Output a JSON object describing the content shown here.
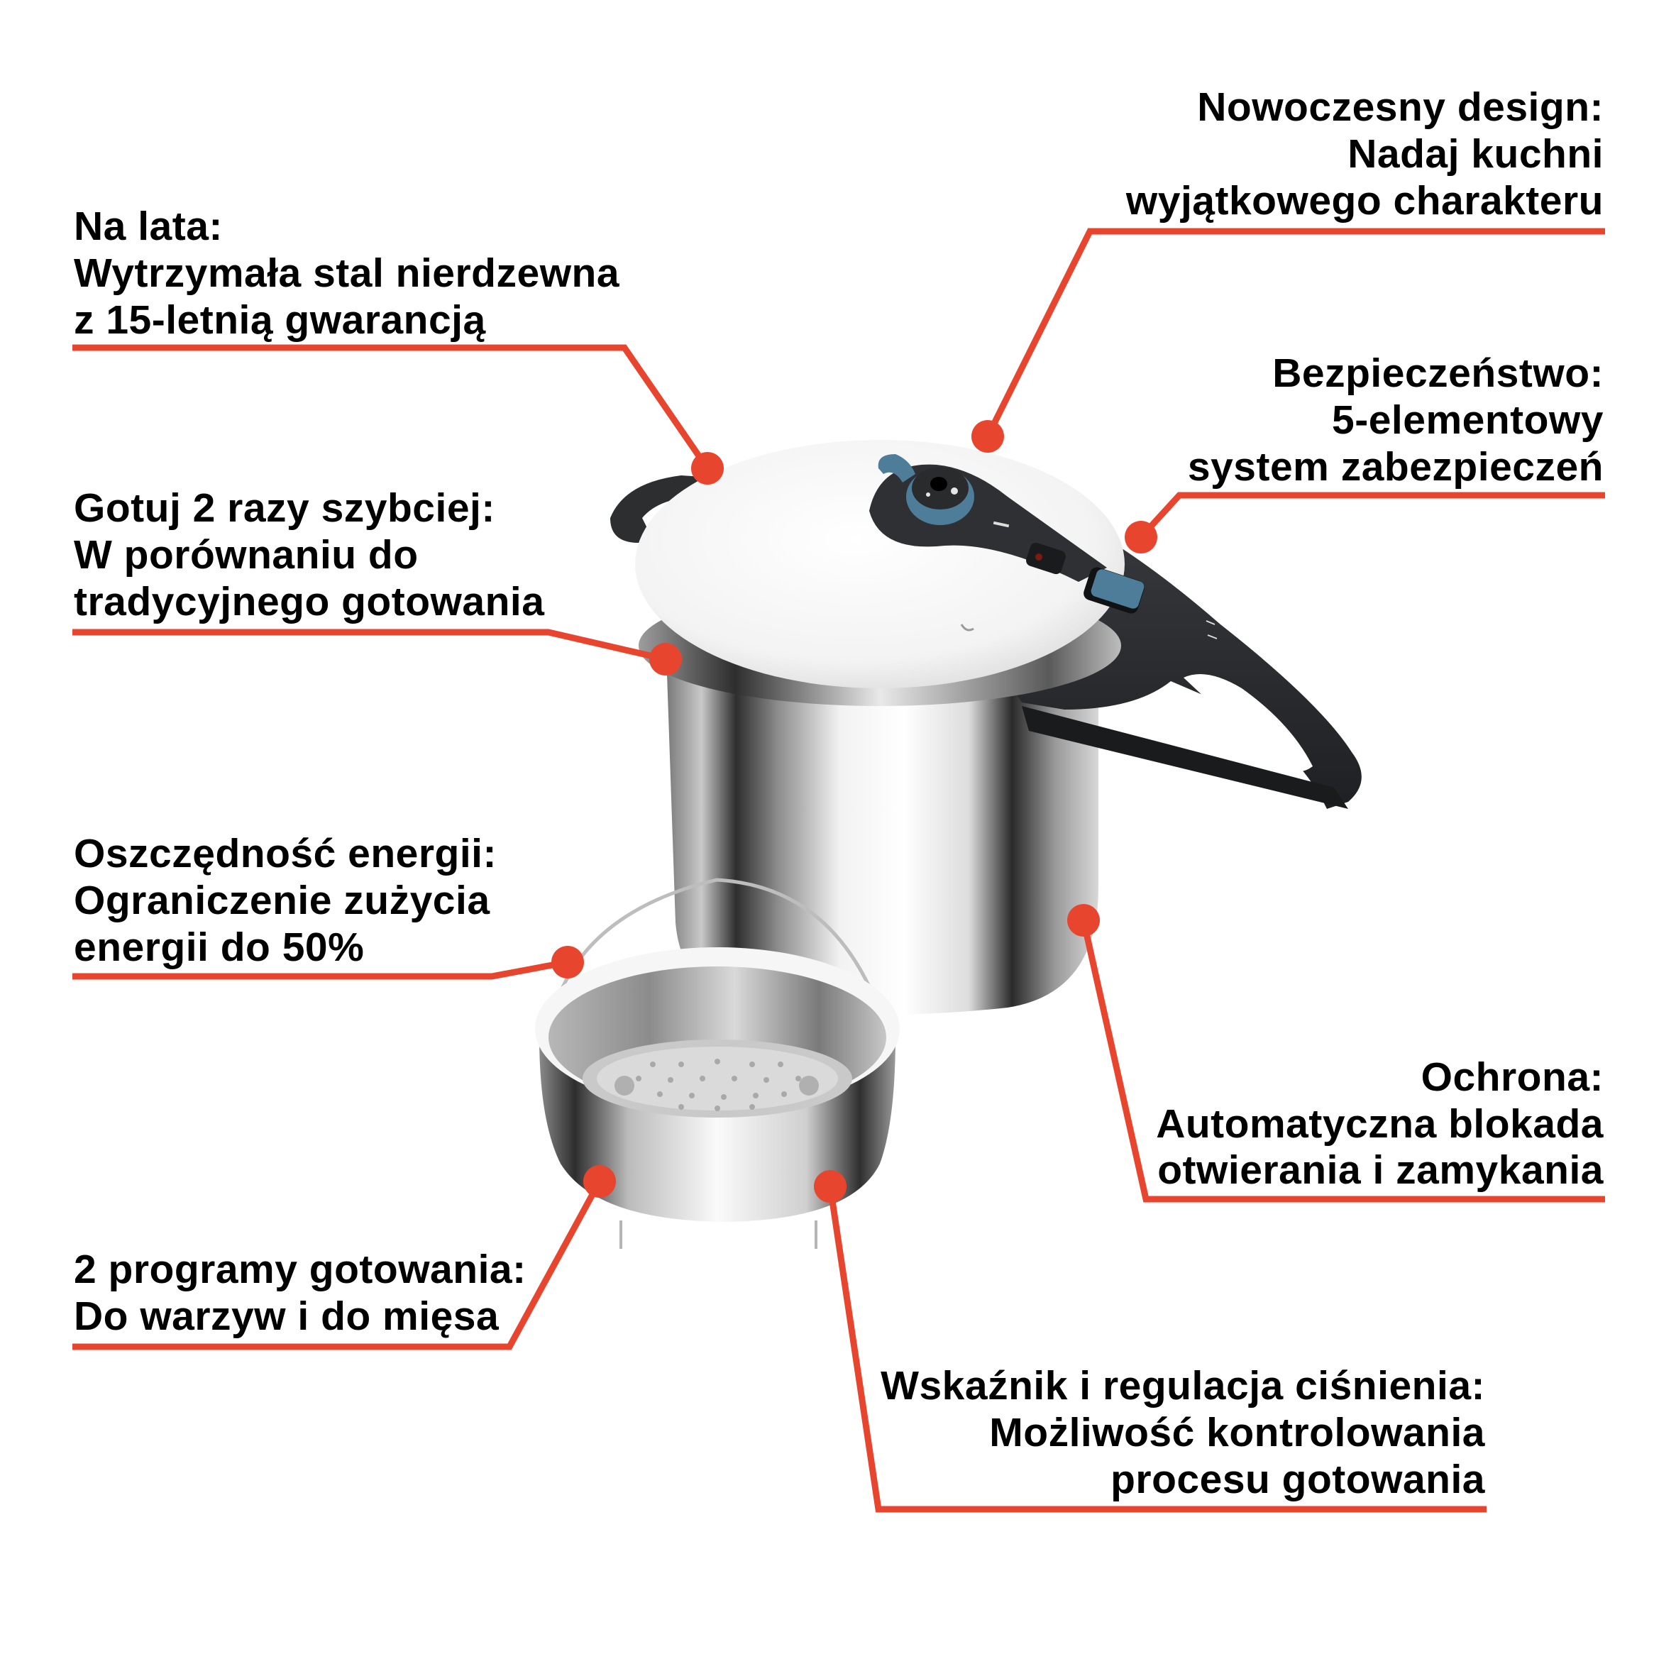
{
  "colors": {
    "accent_red": "#E8452F",
    "text": "#000000",
    "background": "#FFFFFF",
    "handle_black": "#2B2D30",
    "valve_blue": "#4E7D99",
    "steel_light": "#F4F4F4",
    "steel_dark": "#3A3A3A"
  },
  "product": {
    "name": "pressure-cooker-with-steamer-basket",
    "parts": [
      "lid",
      "side-handle",
      "long-handle",
      "pressure-valve",
      "lock-button",
      "pot-body",
      "steamer-basket"
    ]
  },
  "callouts": [
    {
      "id": "na-lata",
      "align": "left",
      "lines": [
        "Na lata:",
        "Wytrzymała stal nierdzewna",
        "z 15-letnią gwarancją"
      ]
    },
    {
      "id": "nowoczesny-design",
      "align": "right",
      "lines": [
        "Nowoczesny design:",
        "Nadaj kuchni",
        "wyjątkowego charakteru"
      ]
    },
    {
      "id": "bezpieczenstwo",
      "align": "right",
      "lines": [
        "Bezpieczeństwo:",
        "5-elementowy",
        "system zabezpieczeń"
      ]
    },
    {
      "id": "gotuj-szybciej",
      "align": "left",
      "lines": [
        "Gotuj 2 razy szybciej:",
        "W porównaniu do",
        "tradycyjnego gotowania"
      ]
    },
    {
      "id": "oszczednosc-energii",
      "align": "left",
      "lines": [
        "Oszczędność energii:",
        "Ograniczenie zużycia",
        "energii do 50%"
      ]
    },
    {
      "id": "ochrona",
      "align": "right",
      "lines": [
        "Ochrona:",
        "Automatyczna blokada",
        "otwierania i zamykania"
      ]
    },
    {
      "id": "programy-gotowania",
      "align": "left",
      "lines": [
        "2 programy gotowania:",
        "Do warzyw i do mięsa"
      ]
    },
    {
      "id": "wskaznik-cisnienia",
      "align": "right",
      "lines": [
        "Wskaźnik i regulacja ciśnienia:",
        "Możliwość kontrolowania",
        "procesu gotowania"
      ]
    }
  ]
}
